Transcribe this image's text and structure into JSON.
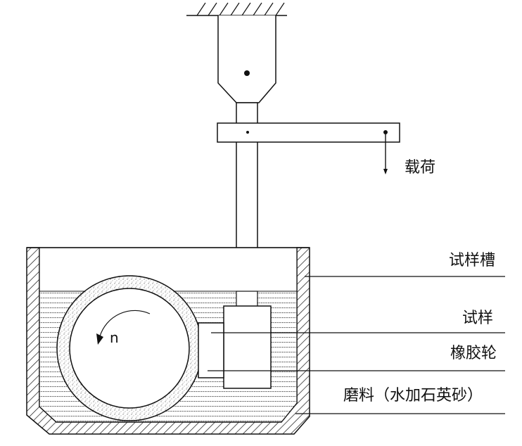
{
  "labels": {
    "load": "载荷",
    "sample_tank": "试样槽",
    "sample": "试样",
    "rubber_wheel": "橡胶轮",
    "abrasive": "磨料（水加石英砂）",
    "rotation": "n"
  },
  "colors": {
    "line": "#111111",
    "background": "#ffffff"
  }
}
